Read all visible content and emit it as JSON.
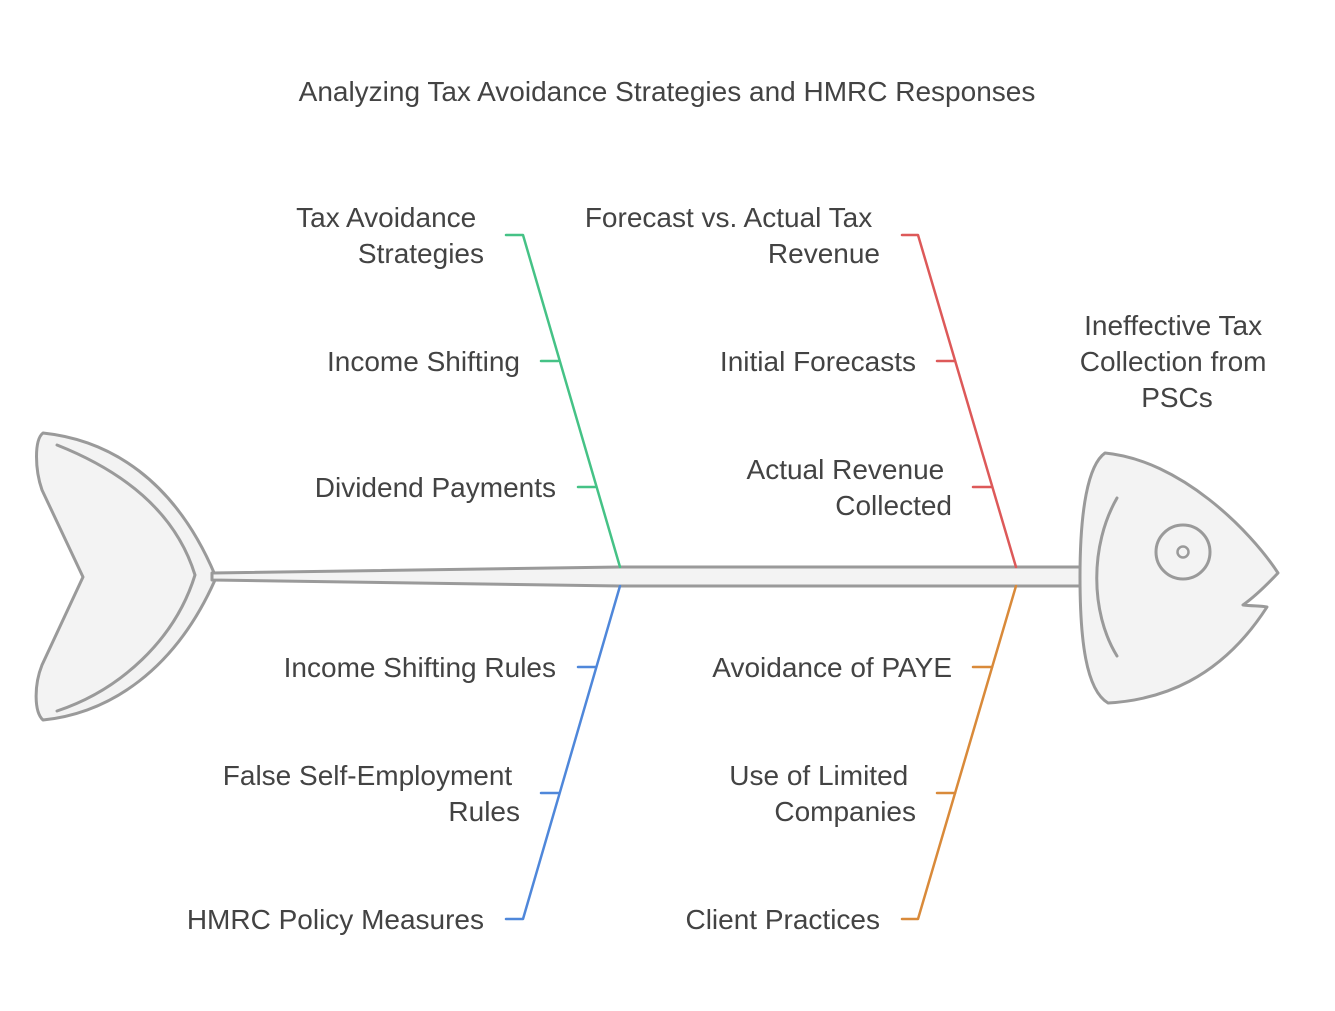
{
  "title": "Analyzing Tax Avoidance Strategies and HMRC Responses",
  "head": {
    "label": [
      "Ineffective Tax",
      "Collection from",
      "PSCs"
    ]
  },
  "colors": {
    "green": "#45c286",
    "red": "#dd5959",
    "blue": "#4f87da",
    "orange": "#d98a3a",
    "body_fill": "#f3f3f3",
    "body_stroke": "#9a9a9a",
    "text": "#434343"
  },
  "branches": {
    "top_left": {
      "color_key": "green",
      "category": [
        "Tax Avoidance",
        "Strategies"
      ],
      "causes": [
        [
          "Income Shifting"
        ],
        [
          "Dividend Payments"
        ]
      ]
    },
    "top_right": {
      "color_key": "red",
      "category": [
        "Forecast vs. Actual Tax",
        "Revenue"
      ],
      "causes": [
        [
          "Initial Forecasts"
        ],
        [
          "Actual Revenue",
          "Collected"
        ]
      ]
    },
    "bottom_left": {
      "color_key": "blue",
      "category": [
        "HMRC Policy Measures"
      ],
      "causes": [
        [
          "Income Shifting Rules"
        ],
        [
          "False Self-Employment",
          "Rules"
        ]
      ]
    },
    "bottom_right": {
      "color_key": "orange",
      "category": [
        "Client Practices"
      ],
      "causes": [
        [
          "Avoidance of PAYE"
        ],
        [
          "Use of Limited",
          "Companies"
        ]
      ]
    }
  }
}
